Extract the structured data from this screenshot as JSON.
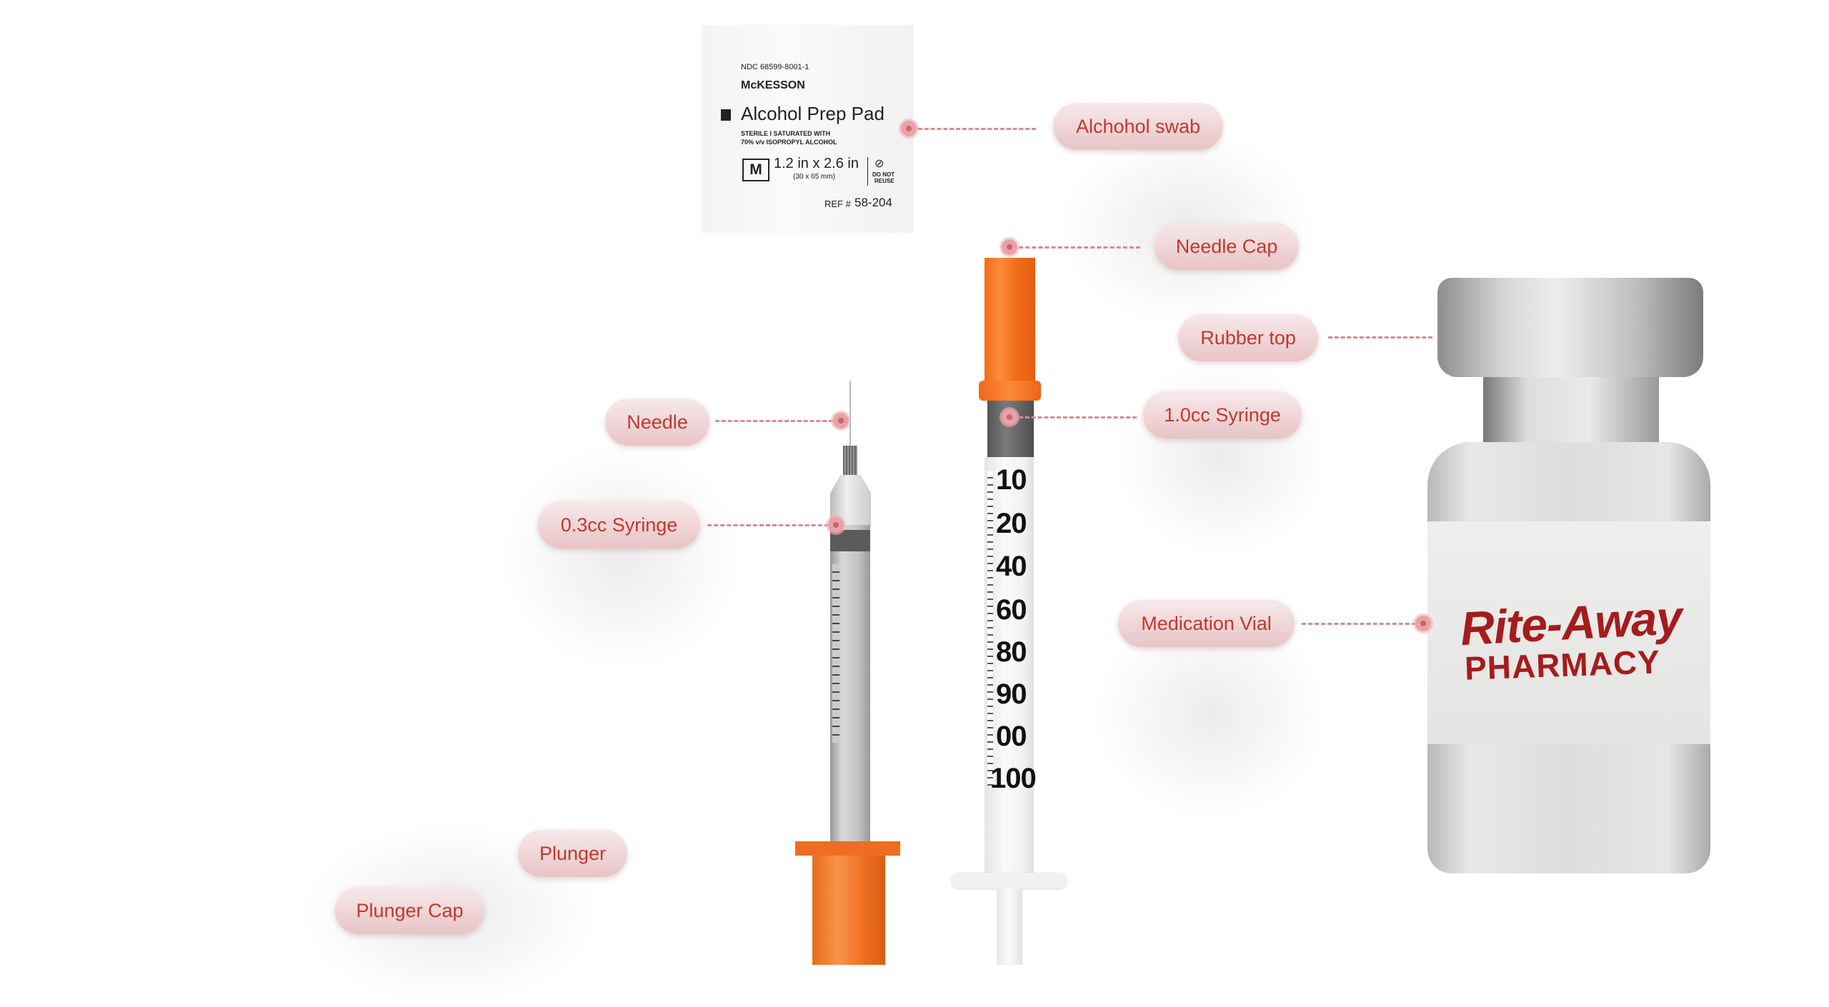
{
  "labels": {
    "alcohol_swab": "Alchohol swab",
    "needle_cap": "Needle Cap",
    "rubber_top": "Rubber top",
    "syringe_1cc": "1.0cc Syringe",
    "needle": "Needle",
    "syringe_03cc": "0.3cc Syringe",
    "medication_vial": "Medication Vial",
    "plunger": "Plunger",
    "plunger_cap": "Plunger Cap"
  },
  "alcohol_pad": {
    "ndc": "NDC 68599-8001-1",
    "brand": "McKESSON",
    "title": "Alcohol Prep Pad",
    "desc_line1": "STERILE I SATURATED WITH",
    "desc_line2": "70% v/v ISOPROPYL ALCOHOL",
    "size_code": "M",
    "size": "1.2 in x 2.6 in",
    "size_mm": "(30 x 65 mm)",
    "reuse_line1": "DO NOT",
    "reuse_line2": "REUSE",
    "ref_label": "REF #",
    "ref": "58-204"
  },
  "vial_label": {
    "brand": "Rite-Away",
    "sub": "PHARMACY"
  },
  "syringe_scale": [
    "10",
    "20",
    "40",
    "60",
    "80",
    "90",
    "00",
    "100"
  ],
  "colors": {
    "accent": "#c0392b",
    "orange": "#f26f1d",
    "label_red": "#a51c1c"
  }
}
